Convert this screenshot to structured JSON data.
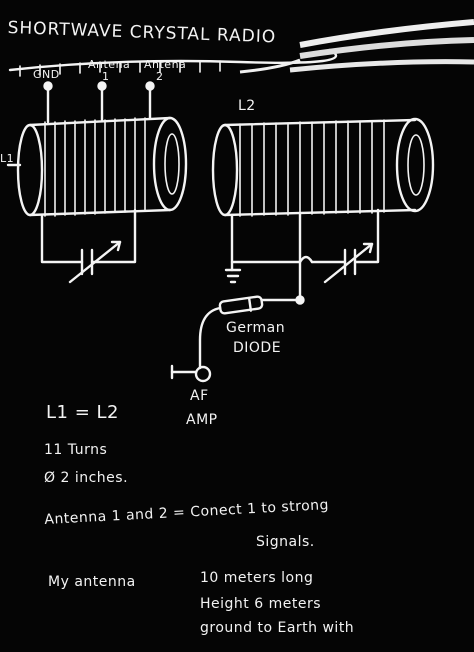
{
  "title": "SHORTWAVE CRYSTAL RADIO",
  "terminals": {
    "gnd": "GND",
    "antenna1_word": "Antena",
    "antenna1_num": "1",
    "antenna2_word": "Antena",
    "antenna2_num": "2"
  },
  "coil_labels": {
    "l1": "L1",
    "l2": "L2"
  },
  "diode_label": {
    "line1": "German",
    "line2": "DIODE"
  },
  "output_label": {
    "line1": "AF",
    "line2": "AMP"
  },
  "notes": {
    "equality": "L1 = L2",
    "turns": "11 Turns",
    "diameter": "Ø 2 inches.",
    "antenna_line1": "Antenna 1 and 2 = Conect 1 to strong",
    "antenna_line2": "Signals.",
    "my_antenna_prefix": "My antenna",
    "length": "10 meters long",
    "height": "Height 6 meters",
    "ground": "ground to Earth with"
  },
  "colors": {
    "background": "#050505",
    "ink": "#f4f4f4"
  }
}
